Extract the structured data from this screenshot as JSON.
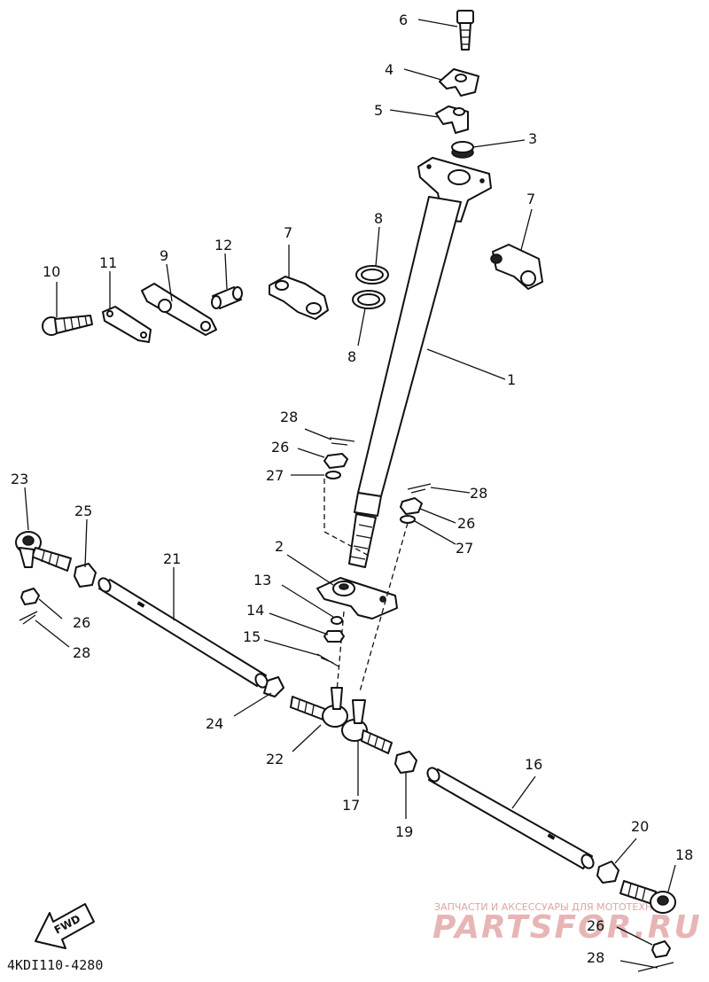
{
  "diagram": {
    "drawing_code": "4KDI110-4280",
    "direction_label": "FWD",
    "watermark": {
      "tagline": "ЗАПЧАСТИ И АКСЕССУАРЫ ДЛЯ МОТОТЕХНИКИ",
      "brand": "PARTSFOR.RU"
    },
    "callouts": [
      "1",
      "2",
      "3",
      "4",
      "5",
      "6",
      "7",
      "8",
      "9",
      "10",
      "11",
      "12",
      "13",
      "14",
      "15",
      "16",
      "17",
      "18",
      "19",
      "20",
      "21",
      "22",
      "23",
      "24",
      "25",
      "26",
      "27",
      "28"
    ]
  }
}
